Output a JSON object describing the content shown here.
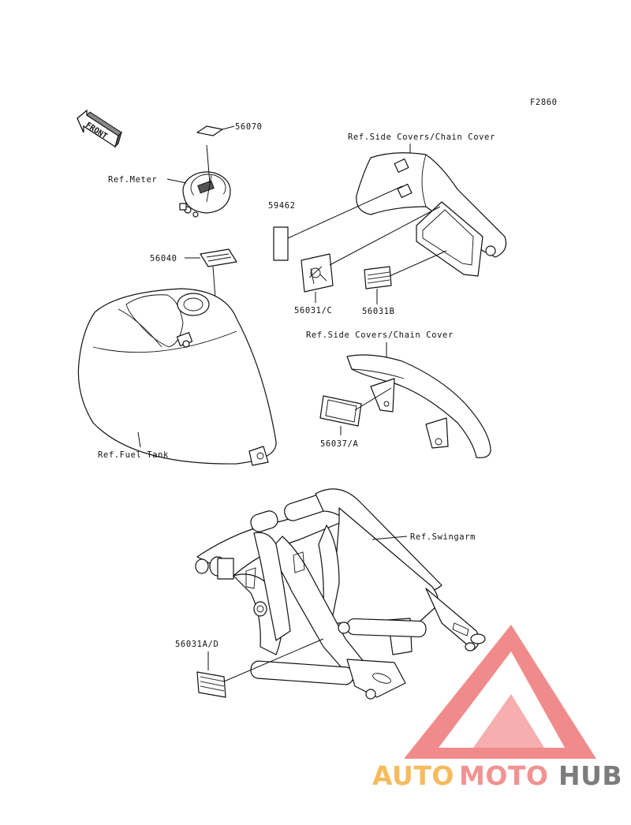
{
  "figure_code": "F2860",
  "front_arrow": "FRONT",
  "labels": {
    "meter_ref": "Ref.Meter",
    "label_56070": "56070",
    "label_56040": "56040",
    "fuel_tank_ref": "Ref.Fuel Tank",
    "side_covers_ref_1": "Ref.Side Covers/Chain Cover",
    "label_59462": "59462",
    "label_56031c": "56031/C",
    "label_56031b": "56031B",
    "side_covers_ref_2": "Ref.Side Covers/Chain Cover",
    "label_56037a": "56037/A",
    "swingarm_ref": "Ref.Swingarm",
    "label_56031ad": "56031A/D"
  },
  "watermark": {
    "part_1": "AUTO",
    "part_2": "MOTO",
    "part_3": "HUB",
    "colors": {
      "auto": "#f5b041",
      "moto": "#f08080",
      "hub": "#666666",
      "logo": "#ee6b6b"
    }
  }
}
